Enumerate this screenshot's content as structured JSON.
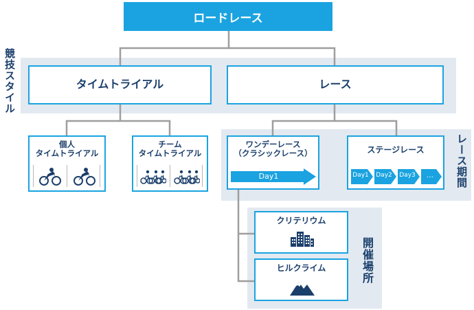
{
  "root": {
    "label": "ロードレース"
  },
  "groups": {
    "competition_style": "競技スタイル",
    "race_period": "レース期間",
    "venue": "開催場所"
  },
  "level1": {
    "time_trial": "タイムトライアル",
    "race": "レース"
  },
  "level2": {
    "individual_tt": {
      "line1": "個人",
      "line2": "タイムトライアル",
      "icon": "cyclist-icon"
    },
    "team_tt": {
      "line1": "チーム",
      "line2": "タイムトライアル",
      "icon": "cyclist-group-icon"
    },
    "one_day": {
      "line1": "ワンデーレース",
      "line2": "（クラシックレース）",
      "arrow": "Day1"
    },
    "stage": {
      "label": "ステージレース",
      "days": [
        "Day1",
        "Day2",
        "Day3",
        "…"
      ]
    }
  },
  "level3": {
    "criterium": {
      "label": "クリテリウム",
      "icon": "city-buildings-icon"
    },
    "hill_climb": {
      "label": "ヒルクライム",
      "icon": "mountain-icon"
    }
  },
  "colors": {
    "accent": "#1aa3e0",
    "text": "#1b3f6b",
    "band": "#e2e9f1",
    "connector": "#9e9e9e"
  }
}
